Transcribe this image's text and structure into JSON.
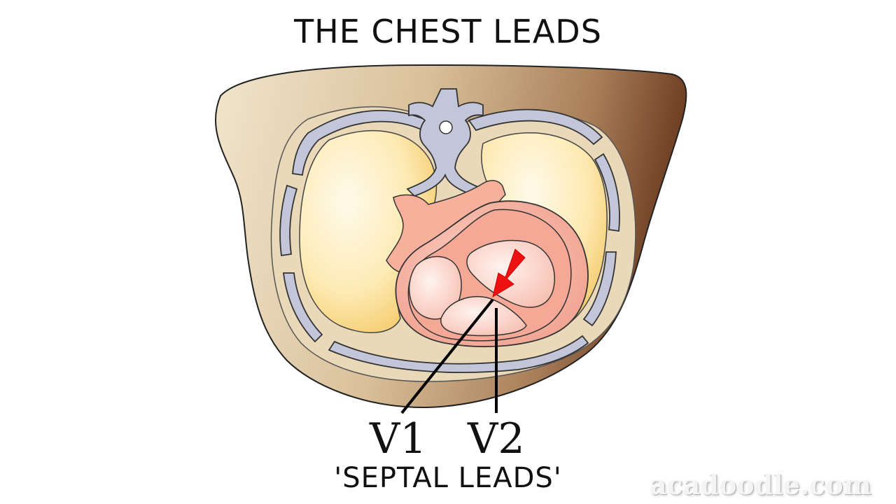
{
  "title": "THE CHEST LEADS",
  "leads": {
    "v1": "V1",
    "v2": "V2"
  },
  "subtitle": "'SEPTAL LEADS'",
  "watermark": "acadoodle.com",
  "colors": {
    "body_light": "#e9dcc4",
    "body_dark": "#6e3d22",
    "rib": "#c3c6d8",
    "lung_light": "#fff6d8",
    "lung_dark": "#f4c95c",
    "heart": "#f6b4a4",
    "heart_inner": "#fde3dc",
    "arrow": "#ee1111"
  }
}
